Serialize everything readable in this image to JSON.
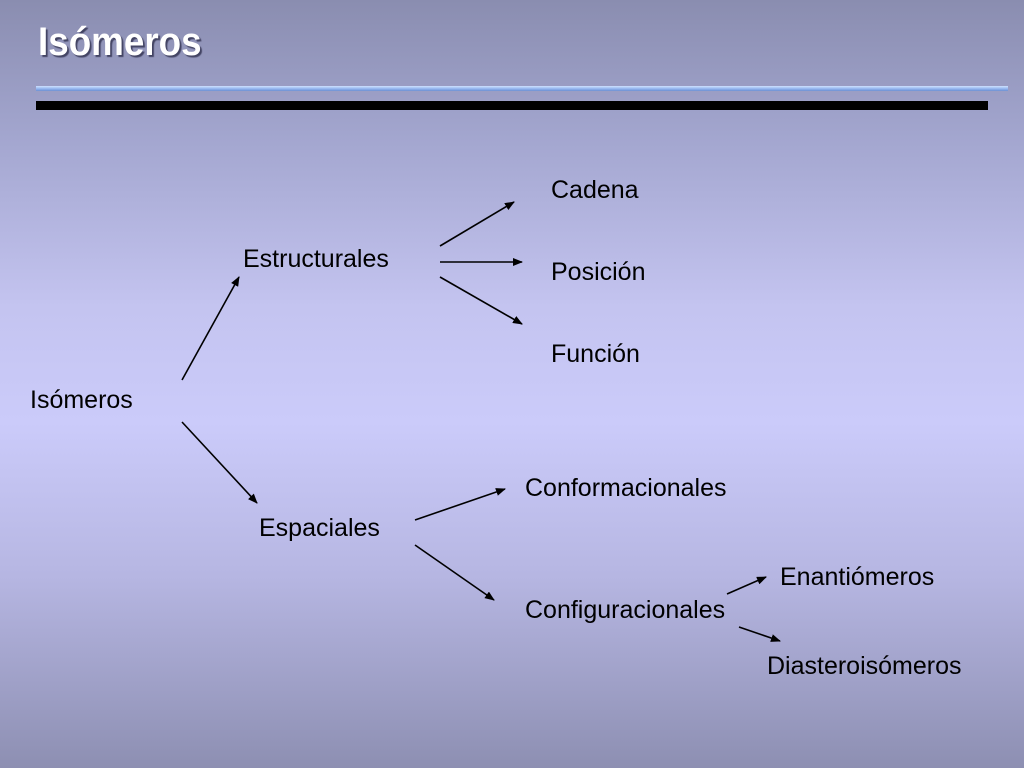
{
  "slide": {
    "title": "Isómeros"
  },
  "diagram": {
    "root": "Isómeros",
    "structural": {
      "label": "Estructurales",
      "children": [
        "Cadena",
        "Posición",
        "Función"
      ]
    },
    "spatial": {
      "label": "Espaciales",
      "conformational": "Conformacionales",
      "configurational": {
        "label": "Configuracionales",
        "children": [
          "Enantiómeros",
          "Diasteroisómeros"
        ]
      }
    }
  },
  "colors": {
    "text": "#000000",
    "title": "#ffffff",
    "arrow": "#000000",
    "rule_dark": "#000000",
    "rule_light": "#8fb2ee"
  }
}
